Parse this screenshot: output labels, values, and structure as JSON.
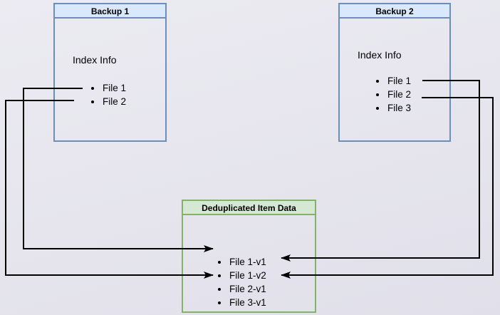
{
  "backup1": {
    "title": "Backup 1",
    "info": "Index Info",
    "files": [
      "File 1",
      "File 2"
    ]
  },
  "backup2": {
    "title": "Backup 2",
    "info": "Index Info",
    "files": [
      "File 1",
      "File 2",
      "File 3"
    ]
  },
  "dedup": {
    "title": "Deduplicated Item Data",
    "items": [
      "File 1-v1",
      "File 1-v2",
      "File 2-v1",
      "File 3-v1"
    ]
  },
  "connections": [
    {
      "from": "Backup 1 / File 1",
      "to": "Deduplicated Item Data / File 1-v1",
      "side": "left"
    },
    {
      "from": "Backup 1 / File 2",
      "to": "Deduplicated Item Data / File 2-v1",
      "side": "left"
    },
    {
      "from": "Backup 2 / File 1",
      "to": "Deduplicated Item Data / File 1-v2",
      "side": "right"
    },
    {
      "from": "Backup 2 / File 2",
      "to": "Deduplicated Item Data / File 2-v1",
      "side": "right"
    }
  ],
  "colors": {
    "blue_border": "#6c8ebf",
    "blue_header_fill": "#dae8fc",
    "green_border": "#82b366",
    "green_header_fill": "#d5e8d4",
    "connector": "#000000",
    "text": "#000000"
  }
}
